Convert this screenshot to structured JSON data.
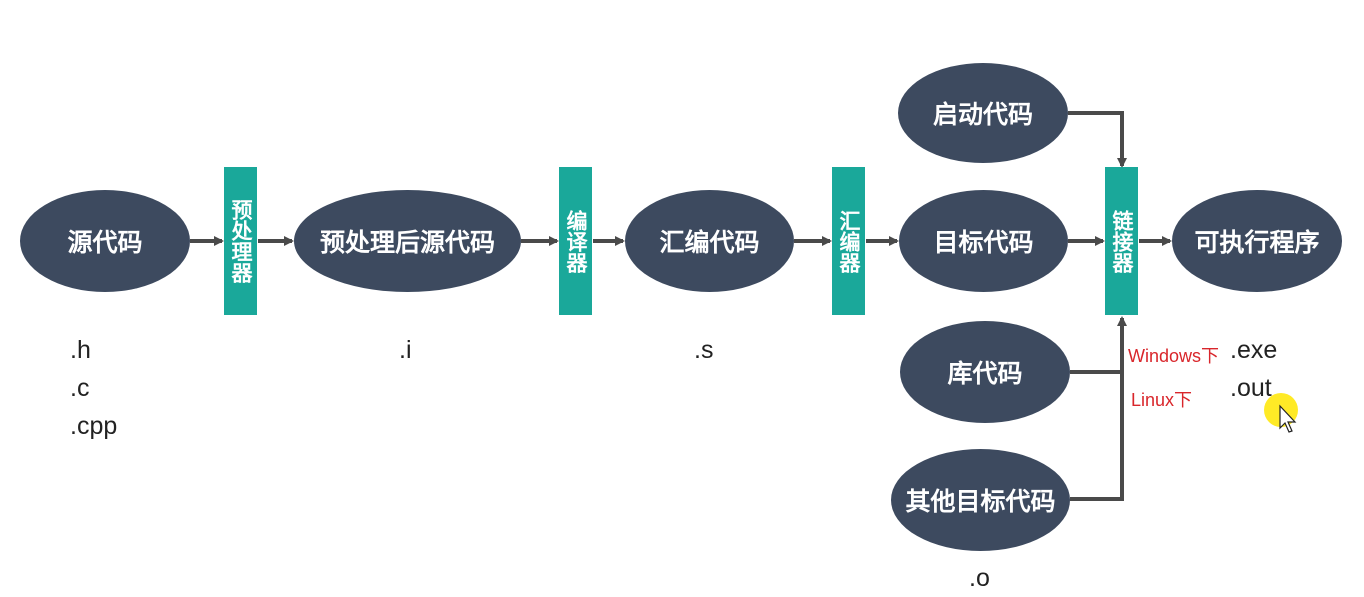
{
  "nodes": {
    "source_code": "源代码",
    "preprocessed_source": "预处理后源代码",
    "assembly_code": "汇编代码",
    "object_code": "目标代码",
    "startup_code": "启动代码",
    "library_code": "库代码",
    "other_object_code": "其他目标代码",
    "executable": "可执行程序"
  },
  "stages": {
    "preprocessor": "预处理器",
    "compiler": "编译器",
    "assembler": "汇编器",
    "linker": "链接器"
  },
  "extensions": {
    "source_h": ".h",
    "source_c": ".c",
    "source_cpp": ".cpp",
    "preprocessed": ".i",
    "assembly": ".s",
    "object": ".o",
    "exe": ".exe",
    "out": ".out"
  },
  "platform_labels": {
    "windows": "Windows下",
    "linux": "Linux下"
  },
  "colors": {
    "node_fill": "#3d4a5f",
    "stage_fill": "#1aa89a",
    "arrow": "#4a4a4a",
    "platform_text": "#d9262b"
  }
}
